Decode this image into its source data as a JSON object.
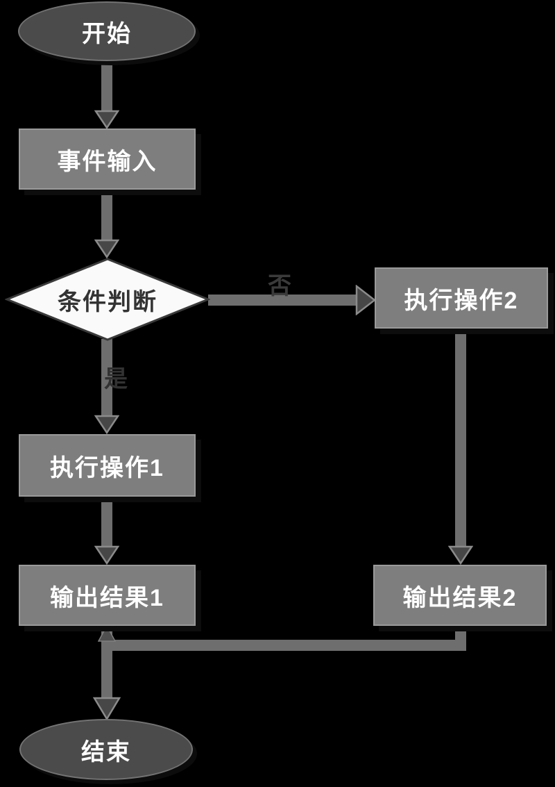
{
  "diagram": {
    "type": "flowchart",
    "background_color": "#000000",
    "colors": {
      "terminal_fill": "#4b4b4b",
      "terminal_border": "#737373",
      "process_fill": "#7e7e7e",
      "process_border": "#9a9a9a",
      "decision_fill": "#fafafa",
      "decision_border": "#3a3a3a",
      "decision_text": "#333333",
      "node_text": "#ffffff",
      "connector": "#6e6e6e",
      "arrowhead_fill": "#474747",
      "arrowhead_stroke": "#8b8b8b",
      "edge_label_text": "#3a3a3a"
    },
    "nodes": {
      "start": {
        "label": "开始",
        "shape": "ellipse"
      },
      "input": {
        "label": "事件输入",
        "shape": "rectangle"
      },
      "decision": {
        "label": "条件判断",
        "shape": "diamond"
      },
      "op1": {
        "label": "执行操作1",
        "shape": "rectangle"
      },
      "op2": {
        "label": "执行操作2",
        "shape": "rectangle"
      },
      "out1": {
        "label": "输出结果1",
        "shape": "rectangle"
      },
      "out2": {
        "label": "输出结果2",
        "shape": "rectangle"
      },
      "end": {
        "label": "结束",
        "shape": "ellipse"
      }
    },
    "edges": [
      {
        "from": "开始",
        "to": "事件输入",
        "label": ""
      },
      {
        "from": "事件输入",
        "to": "条件判断",
        "label": ""
      },
      {
        "from": "条件判断",
        "to": "执行操作1",
        "label": "是"
      },
      {
        "from": "条件判断",
        "to": "执行操作2",
        "label": "否"
      },
      {
        "from": "执行操作1",
        "to": "输出结果1",
        "label": ""
      },
      {
        "from": "执行操作2",
        "to": "输出结果2",
        "label": ""
      },
      {
        "from": "输出结果2",
        "to": "输出结果1",
        "label": ""
      },
      {
        "from": "输出结果1",
        "to": "结束",
        "label": ""
      }
    ]
  }
}
